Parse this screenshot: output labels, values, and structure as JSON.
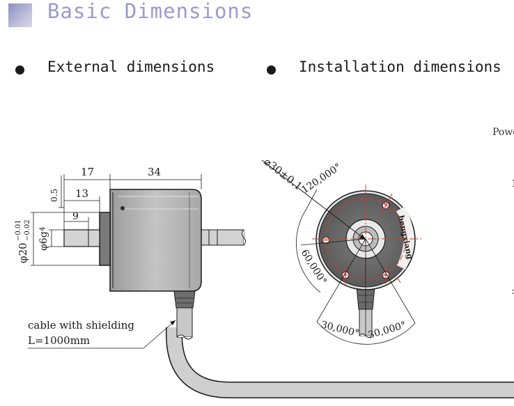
{
  "header": {
    "title": "Basic Dimensions",
    "accent_color": "#9a9bcc"
  },
  "sections": {
    "external": "External dimensions",
    "installation": "Installation dimensions"
  },
  "cut_text": {
    "top_right": "Powe",
    "mid_right_1": "1",
    "mid_right_2": ":"
  },
  "external_view": {
    "dims": {
      "top_17": "17",
      "top_34": "34",
      "d13": "13",
      "d9": "9",
      "d05": "0.5",
      "phi20": "φ20",
      "phi20_tol_upper": "−0.01",
      "phi20_tol_lower": "−0.02",
      "phi6": "φ6g",
      "phi6_grade": "4"
    },
    "cable_label_1": "cable with shielding",
    "cable_label_2": "L=1000mm"
  },
  "installation_view": {
    "diameter_label": "⌀30±0.1",
    "angles": {
      "a120": "120,000°",
      "a60": "60,000°",
      "a30_left": "30,000°",
      "a30_right": "30,000°"
    },
    "brand_text": "hengxiang"
  },
  "colors": {
    "line": "#1a1a1a",
    "body_gray": "#b9b9b9",
    "face_gray": "#8a8a8a",
    "cable": "#cfcfcf",
    "red_center": "#d83a2a"
  }
}
